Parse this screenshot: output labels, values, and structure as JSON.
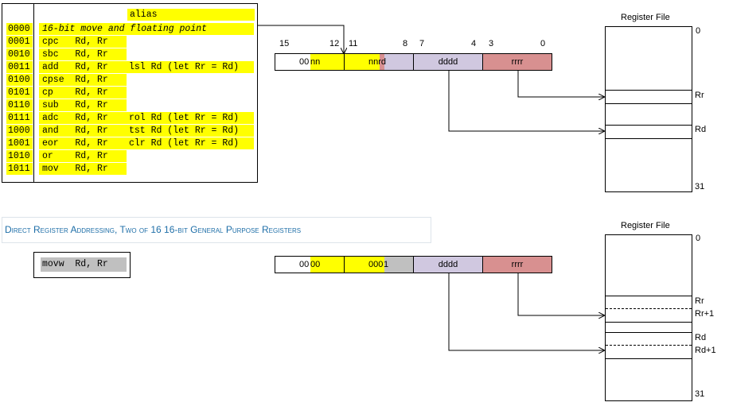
{
  "top_table": {
    "alias_header": "alias",
    "rows": [
      {
        "code": "0000",
        "instr": "16-bit move and floating point",
        "alias": ""
      },
      {
        "code": "0001",
        "instr": "cpc   Rd, Rr",
        "alias": ""
      },
      {
        "code": "0010",
        "instr": "sbc   Rd, Rr",
        "alias": ""
      },
      {
        "code": "0011",
        "instr": "add   Rd, Rr",
        "alias": "lsl Rd (let Rr = Rd)"
      },
      {
        "code": "0100",
        "instr": "cpse  Rd, Rr",
        "alias": ""
      },
      {
        "code": "0101",
        "instr": "cp    Rd, Rr",
        "alias": ""
      },
      {
        "code": "0110",
        "instr": "sub   Rd, Rr",
        "alias": ""
      },
      {
        "code": "0111",
        "instr": "adc   Rd, Rr",
        "alias": "rol Rd (let Rr = Rd)"
      },
      {
        "code": "1000",
        "instr": "and   Rd, Rr",
        "alias": "tst Rd (let Rr = Rd)"
      },
      {
        "code": "1001",
        "instr": "eor   Rd, Rr",
        "alias": "clr Rd (let Rr = Rd)"
      },
      {
        "code": "1010",
        "instr": "or    Rd, Rr",
        "alias": ""
      },
      {
        "code": "1011",
        "instr": "mov   Rd, Rr",
        "alias": ""
      }
    ]
  },
  "top_format": {
    "bit_numbers": [
      "15",
      "12",
      "11",
      "8",
      "7",
      "4",
      "3",
      "0"
    ],
    "field1_pre": "00",
    "field1_post": "nn",
    "field2": "nnrd",
    "field3": "dddd",
    "field4": "rrrr"
  },
  "register_file_top": {
    "title": "Register File",
    "start": "0",
    "end": "31",
    "rr": "Rr",
    "rd": "Rd"
  },
  "section_heading": "Direct Register Addressing, Two of 16 16-bit General Purpose Registers",
  "bottom_instr": "movw  Rd, Rr",
  "bottom_format": {
    "field1_pre": "00",
    "field1_post": "00",
    "field2_pre": "000",
    "field2_post": "1",
    "field3": "dddd",
    "field4": "rrrr"
  },
  "register_file_bottom": {
    "title": "Register File",
    "start": "0",
    "end": "31",
    "rr": "Rr",
    "rr1": "Rr+1",
    "rd": "Rd",
    "rd1": "Rd+1"
  },
  "colors": {
    "opcode": "#ffff00",
    "fixed": "#c0c0c0",
    "dest": "#d0c8e0",
    "src": "#d89090",
    "heading": "#1f6fa8"
  }
}
